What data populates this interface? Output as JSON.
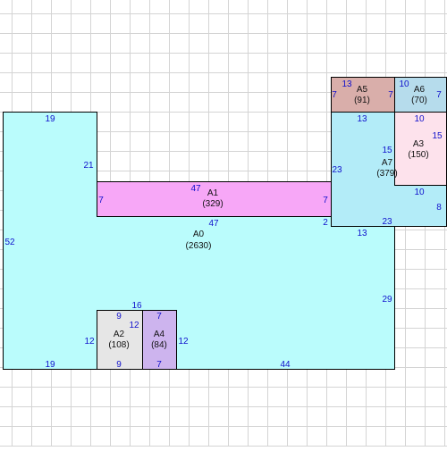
{
  "colors": {
    "grid": "#d4d4d4",
    "outline": "#000000",
    "measure_text": "#1010cc",
    "label_text": "#111111",
    "A0": "#bafcfc",
    "A1": "#f7a7f7",
    "A2": "#e6e6e6",
    "A3": "#fde2ec",
    "A4": "#cdb4ee",
    "A5": "#d9aeaa",
    "A6": "#b6dcec",
    "A7": "#b3ecf8"
  },
  "areas": [
    {
      "id": "A0",
      "name": "A0",
      "value": "(2630)"
    },
    {
      "id": "A1",
      "name": "A1",
      "value": "(329)"
    },
    {
      "id": "A2",
      "name": "A2",
      "value": "(108)"
    },
    {
      "id": "A3",
      "name": "A3",
      "value": "(150)"
    },
    {
      "id": "A4",
      "name": "A4",
      "value": "(84)"
    },
    {
      "id": "A5",
      "name": "A5",
      "value": "(91)"
    },
    {
      "id": "A6",
      "name": "A6",
      "value": "(70)"
    },
    {
      "id": "A7",
      "name": "A7",
      "value": "(379)"
    }
  ],
  "measurements": [
    "19",
    "21",
    "52",
    "47",
    "47",
    "7",
    "7",
    "2",
    "16",
    "9",
    "12",
    "12",
    "9",
    "7",
    "7",
    "12",
    "19",
    "44",
    "29",
    "13",
    "23",
    "13",
    "15",
    "10",
    "8",
    "23",
    "13",
    "7",
    "7",
    "10",
    "7",
    "15",
    "10"
  ]
}
